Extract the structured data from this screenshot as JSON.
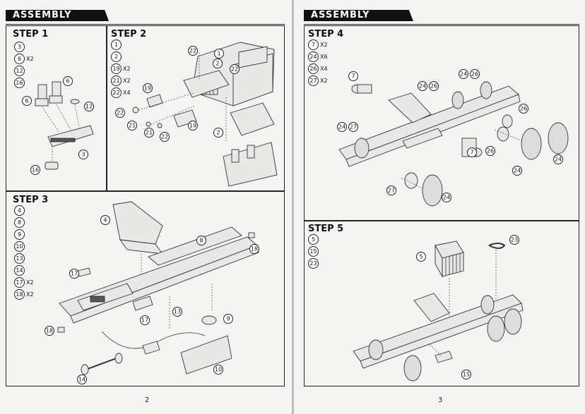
{
  "pages": {
    "left": {
      "header": "ASSEMBLY",
      "page_number": "2",
      "steps": [
        {
          "title": "STEP 1",
          "parts": [
            {
              "n": "3",
              "q": ""
            },
            {
              "n": "6",
              "q": "X2"
            },
            {
              "n": "12",
              "q": ""
            },
            {
              "n": "16",
              "q": ""
            }
          ],
          "callouts": [
            "6",
            "6",
            "12",
            "3",
            "16"
          ]
        },
        {
          "title": "STEP 2",
          "parts": [
            {
              "n": "1",
              "q": ""
            },
            {
              "n": "2",
              "q": ""
            },
            {
              "n": "19",
              "q": "X2"
            },
            {
              "n": "21",
              "q": "X2"
            },
            {
              "n": "22",
              "q": "X4"
            }
          ],
          "callouts": [
            "22",
            "1",
            "22",
            "19",
            "22",
            "21",
            "21",
            "22",
            "19",
            "2",
            "2"
          ]
        },
        {
          "title": "STEP 3",
          "parts": [
            {
              "n": "4",
              "q": ""
            },
            {
              "n": "8",
              "q": ""
            },
            {
              "n": "9",
              "q": ""
            },
            {
              "n": "10",
              "q": ""
            },
            {
              "n": "13",
              "q": ""
            },
            {
              "n": "14",
              "q": ""
            },
            {
              "n": "17",
              "q": "X2"
            },
            {
              "n": "18",
              "q": "X2"
            }
          ],
          "callouts": [
            "4",
            "8",
            "18",
            "17",
            "17",
            "13",
            "9",
            "18",
            "14",
            "10"
          ]
        }
      ]
    },
    "right": {
      "header": "ASSEMBLY",
      "page_number": "3",
      "steps": [
        {
          "title": "STEP 4",
          "parts": [
            {
              "n": "7",
              "q": "X2"
            },
            {
              "n": "24",
              "q": "X6"
            },
            {
              "n": "26",
              "q": "X4"
            },
            {
              "n": "27",
              "q": "X2"
            }
          ],
          "callouts": [
            "7",
            "24",
            "26",
            "24",
            "26",
            "26",
            "24",
            "27",
            "7",
            "26",
            "24",
            "24",
            "27",
            "24"
          ]
        },
        {
          "title": "STEP 5",
          "parts": [
            {
              "n": "5",
              "q": ""
            },
            {
              "n": "15",
              "q": ""
            },
            {
              "n": "23",
              "q": ""
            }
          ],
          "callouts": [
            "5",
            "23",
            "15"
          ]
        }
      ]
    }
  }
}
